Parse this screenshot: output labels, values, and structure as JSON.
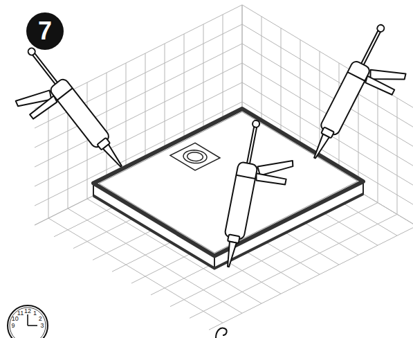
{
  "diagram": {
    "nodes": [
      {
        "text": [
          "7"
        ]
      }
    ],
    "labels": [
      "11",
      "12",
      "1",
      "2",
      "10",
      "3",
      "9"
    ]
  }
}
